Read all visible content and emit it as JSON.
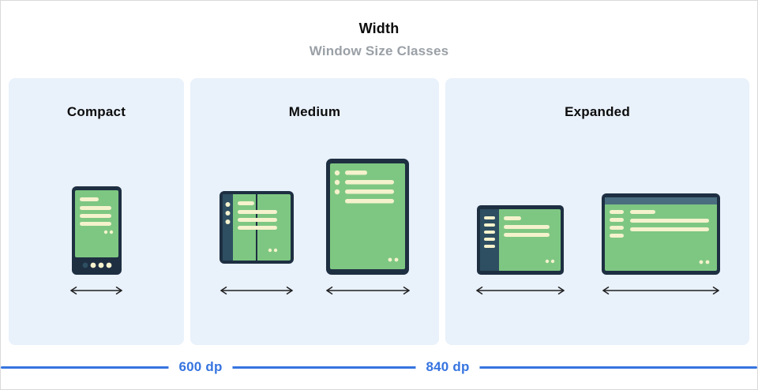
{
  "header": {
    "title": "Width",
    "subtitle": "Window Size Classes"
  },
  "panels": [
    {
      "id": "compact",
      "label": "Compact",
      "illustrations": [
        "phone-portrait"
      ]
    },
    {
      "id": "medium",
      "label": "Medium",
      "illustrations": [
        "foldable-open",
        "tablet-portrait"
      ]
    },
    {
      "id": "expanded",
      "label": "Expanded",
      "illustrations": [
        "tablet-landscape-small",
        "tablet-landscape-large"
      ]
    }
  ],
  "axis": {
    "breakpoints": [
      {
        "label": "600 dp"
      },
      {
        "label": "840 dp"
      }
    ]
  },
  "colors": {
    "panel-bg": "#e9f1fb",
    "device-frame": "#1e2f42",
    "device-screen": "#7ec782",
    "device-rail": "#2e4e61",
    "device-topbar": "#4a6e80",
    "device-line": "#f5f2cd",
    "accent-blue": "#3674e0",
    "subtitle-gray": "#9aa0a6",
    "ink": "#1f1f1f"
  }
}
